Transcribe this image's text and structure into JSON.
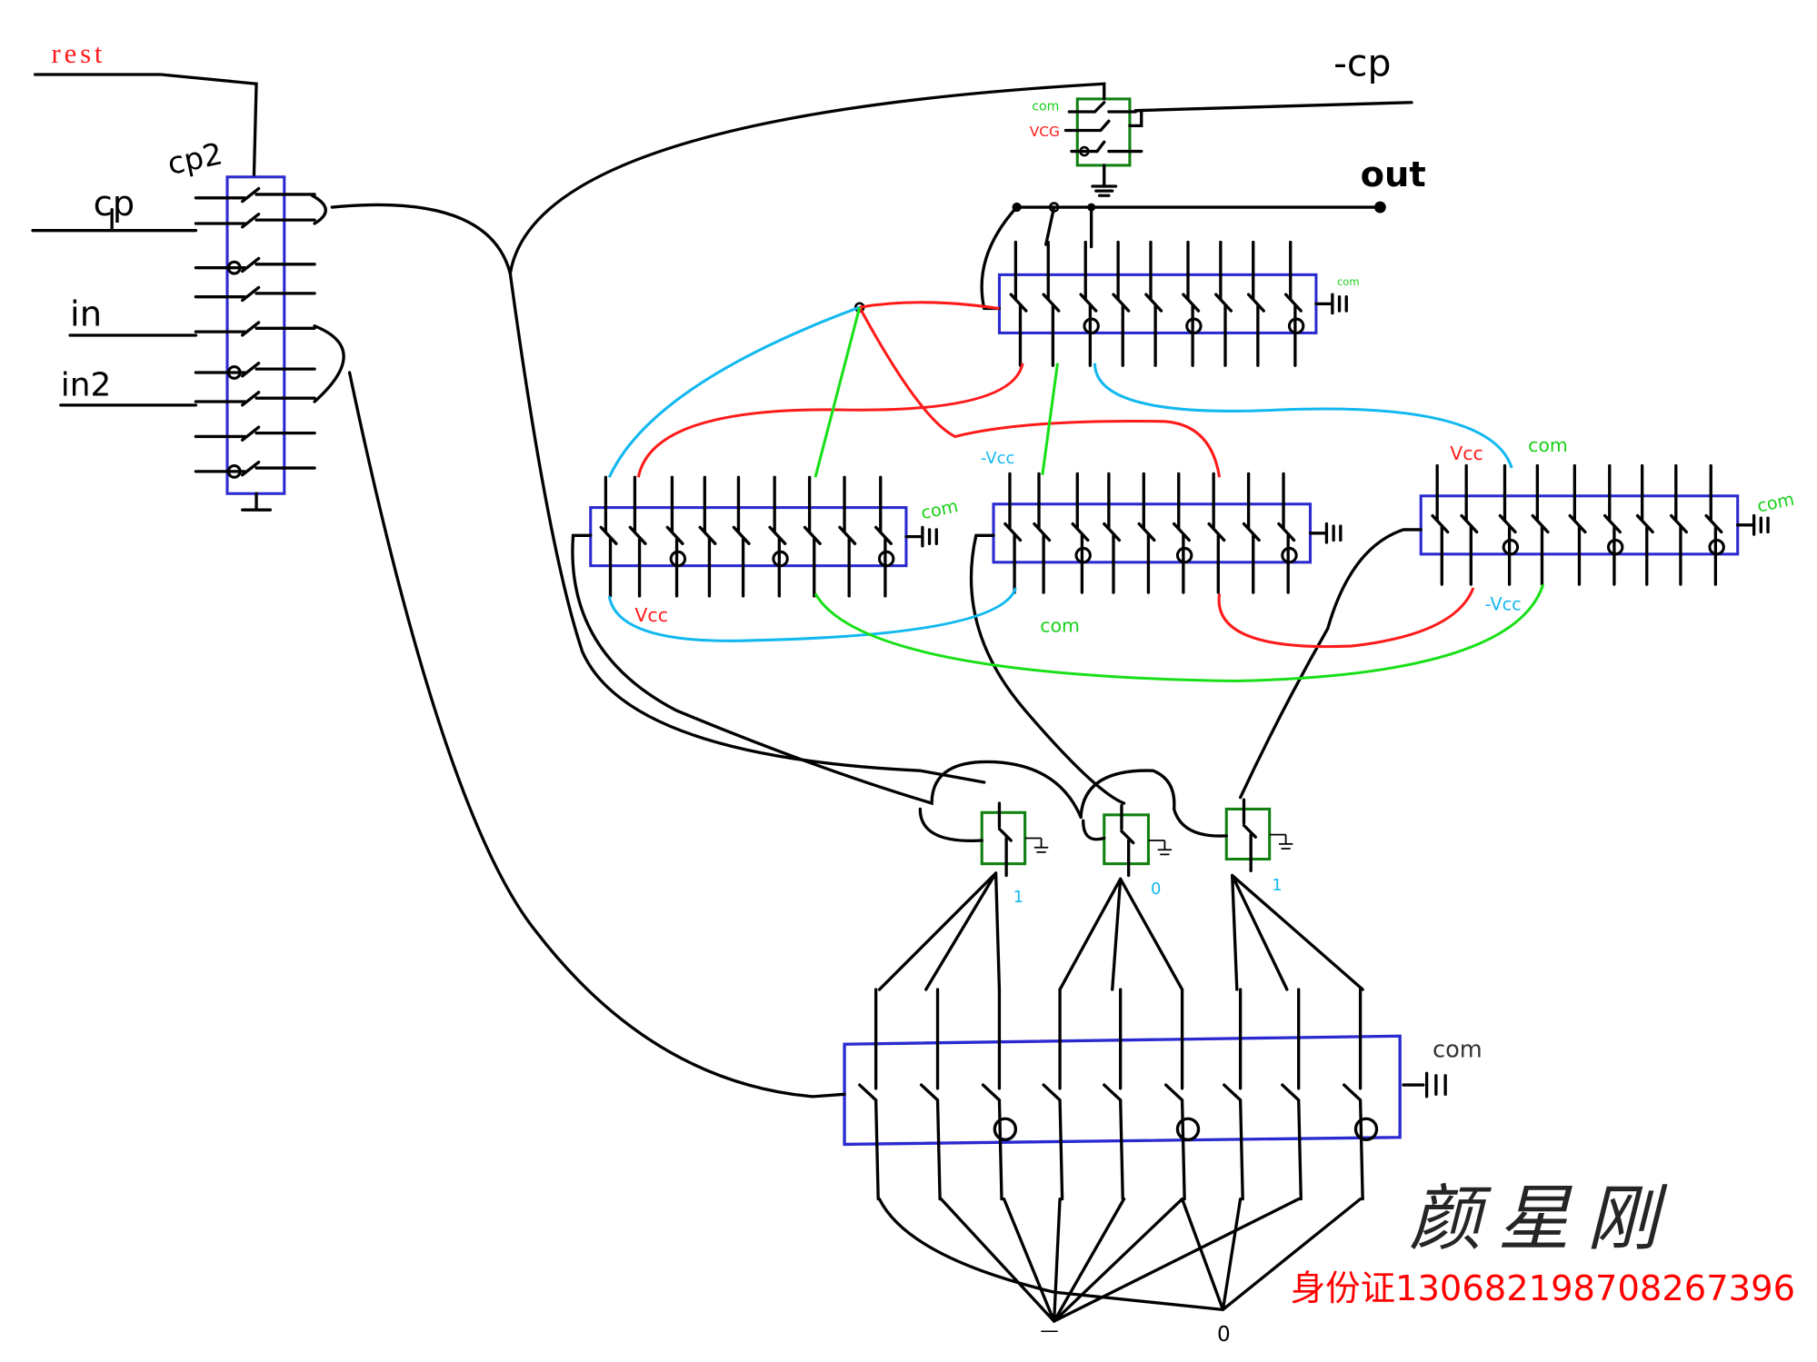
{
  "labels": {
    "rest": "rest",
    "cp2": "cp2",
    "cp": "cp",
    "in": "in",
    "in2": "in2",
    "neg_cp": "-cp",
    "out": "out",
    "top_gate_com": "com",
    "top_gate_vcc": "VCG",
    "top_bank_com": "com",
    "mid_left_com": "com",
    "mid_left_vcc": "Vcc",
    "mid_center_neg_vcc": "-Vcc",
    "mid_center_com": "com",
    "right_vcc": "Vcc",
    "right_com_top": "com",
    "right_com": "com",
    "right_neg_vcc": "-Vcc",
    "small_switch_1": "1",
    "small_switch_2": "0",
    "small_switch_3": "1",
    "bottom_com": "com",
    "bottom_out_1": "—",
    "bottom_out_0": "0"
  },
  "colors": {
    "wire": "#000000",
    "bank_box": "#2a2ad0",
    "gate_box": "#108010",
    "vcc_wire": "#ff1a1a",
    "neg_vcc_wire": "#12b8f0",
    "com_wire": "#18e018",
    "id_text": "#ff0000"
  },
  "signature": "颜星刚",
  "id_line": "身份证130682198708267396"
}
